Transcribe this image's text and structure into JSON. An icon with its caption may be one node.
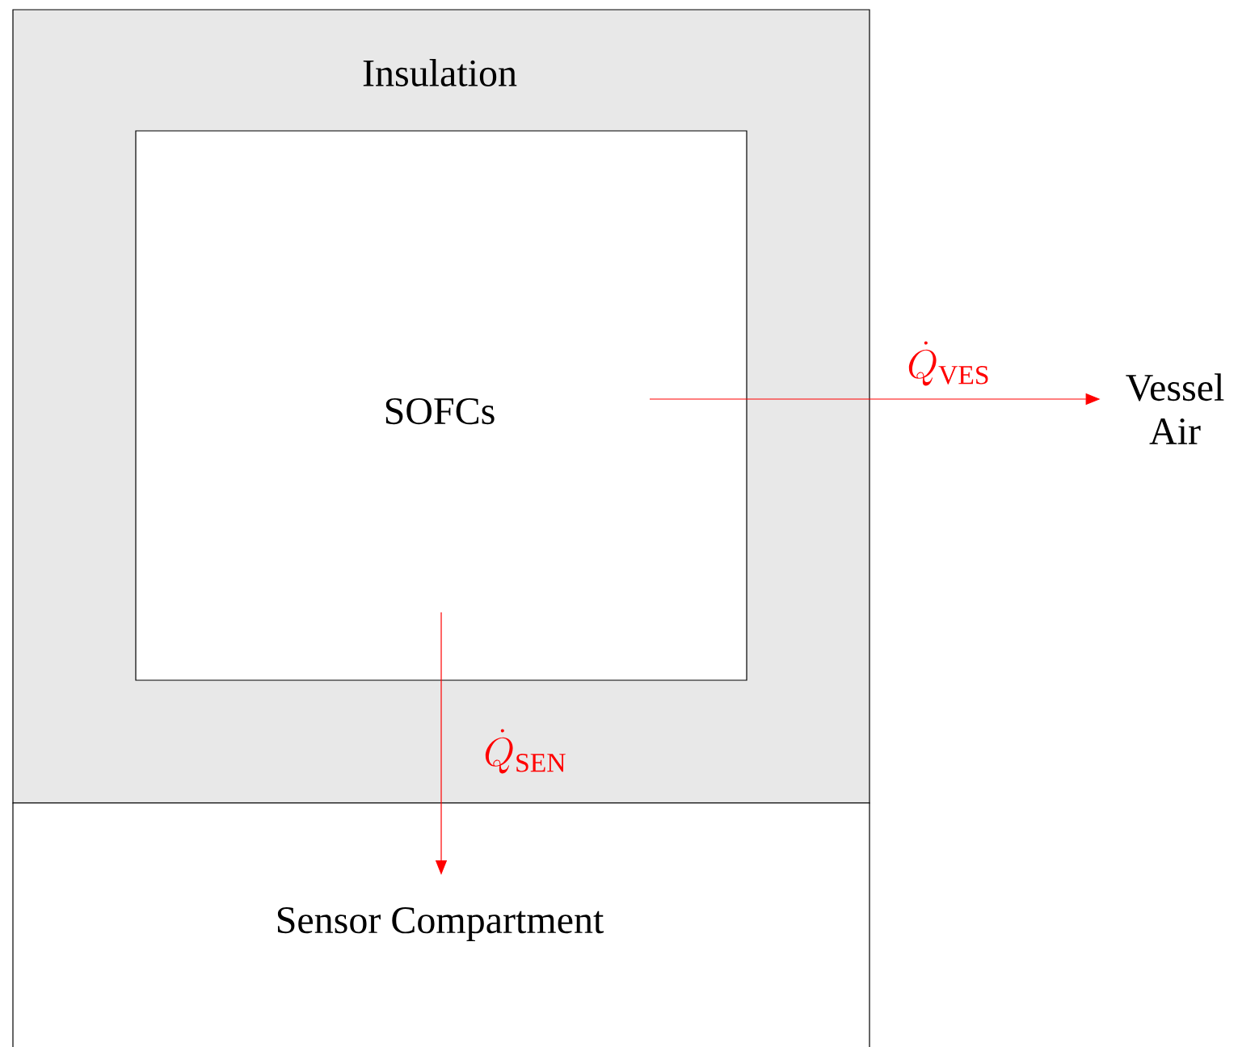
{
  "diagram": {
    "nodes": [
      {
        "text": [
          "Insulation"
        ]
      },
      {
        "text": [
          "SOFCs"
        ],
        "in": 0
      },
      {
        "text": [
          "Sensor Compartment"
        ]
      },
      {
        "text": [
          "Vessel Air"
        ]
      }
    ],
    "edges": [
      {
        "from": 1,
        "to": 3,
        "arrow": "to",
        "label": "\\dot{Q}_{\\mathrm{VES}}"
      },
      {
        "from": 1,
        "to": 2,
        "arrow": "to",
        "label": "\\dot{Q}_{\\mathrm{SEN}}"
      }
    ]
  }
}
